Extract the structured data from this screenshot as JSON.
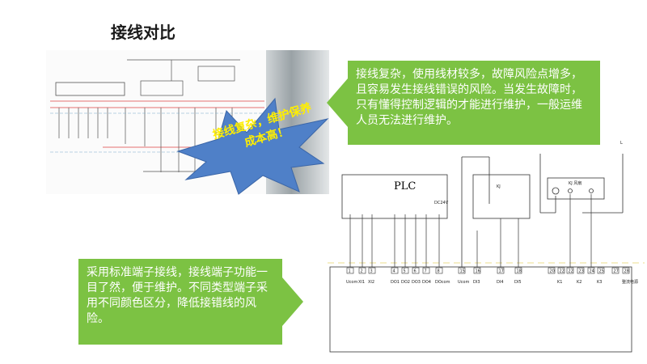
{
  "title": "接线对比",
  "old_diagram": {
    "burst_text": "接线复杂，维护保养成本高！"
  },
  "callout_right": "接线复杂，使用线材较多，故障风险点增多，且容易发生接线错误的风险。当发生故障时，只有懂得控制逻辑的才能进行维护，一般运维人员无法进行维护。",
  "callout_left": "采用标准端子接线，接线端子功能一目了然，便于维护。不同类型端子采用不同颜色区分，降低接错线的风险。",
  "new_diagram": {
    "plc_label": "PLC",
    "plc_power": "DC24V",
    "relay_label": "KJ",
    "motor_label": "KJ 风扇",
    "top_label": "L",
    "terminals": [
      {
        "num": "1",
        "name": "Ucom"
      },
      {
        "num": "2",
        "name": "XI1"
      },
      {
        "num": "3",
        "name": "XI2"
      },
      {
        "num": "4",
        "name": "DO1"
      },
      {
        "num": "5",
        "name": "DO2"
      },
      {
        "num": "6",
        "name": "DO3"
      },
      {
        "num": "7",
        "name": "DO4"
      },
      {
        "num": "8",
        "name": "DOcom"
      },
      {
        "num": "15",
        "name": "Ucom"
      },
      {
        "num": "16",
        "name": "DI3"
      },
      {
        "num": "17",
        "name": "DI4"
      },
      {
        "num": "18",
        "name": "DI5"
      },
      {
        "num": "20",
        "name": ""
      },
      {
        "num": "22",
        "name": "K1"
      },
      {
        "num": "22",
        "name": ""
      },
      {
        "num": "23",
        "name": "K2"
      },
      {
        "num": "24",
        "name": ""
      },
      {
        "num": "25",
        "name": "K3"
      },
      {
        "num": "27",
        "name": ""
      },
      {
        "num": "28",
        "name": "整流电源"
      }
    ]
  }
}
